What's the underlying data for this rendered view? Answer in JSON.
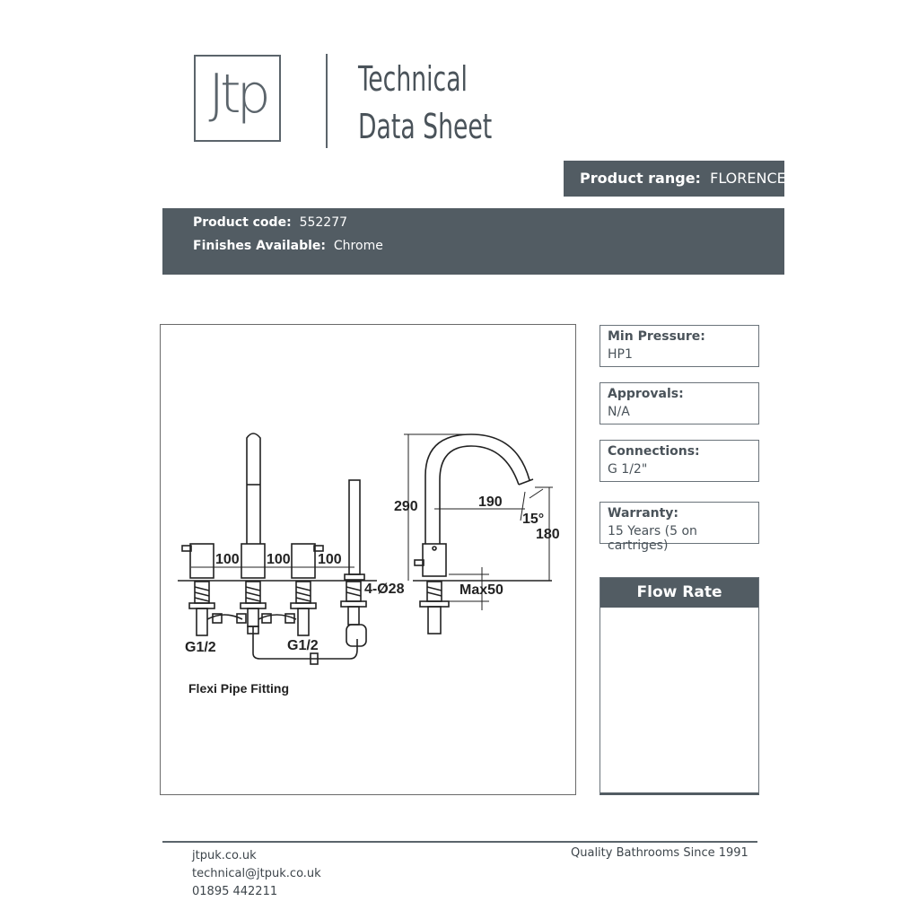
{
  "header": {
    "logo_text": "Jtp",
    "title_line1": "Technical",
    "title_line2": "Data Sheet"
  },
  "product_range": {
    "label": "Product range:",
    "value": "FLORENCE"
  },
  "product_info": {
    "code_label": "Product code:",
    "code_value": "552277",
    "finish_label": "Finishes Available:",
    "finish_value": "Chrome"
  },
  "diagram": {
    "dims": {
      "d1": "100",
      "d2": "100",
      "d3": "100",
      "hole": "4-Ø28",
      "thread1": "G1/2",
      "thread2": "G1/2",
      "height": "290",
      "reach": "190",
      "angle": "15°",
      "spout_height": "180",
      "max": "Max50"
    },
    "caption": "Flexi Pipe Fitting"
  },
  "specs": [
    {
      "label": "Min Pressure:",
      "value": "HP1"
    },
    {
      "label": "Approvals:",
      "value": "N/A"
    },
    {
      "label": "Connections:",
      "value": "G 1/2\""
    },
    {
      "label": "Warranty:",
      "value": "15 Years (5 on cartriges)"
    }
  ],
  "flow_rate": {
    "title": "Flow Rate"
  },
  "footer": {
    "website": "jtpuk.co.uk",
    "email": "technical@jtpuk.co.uk",
    "phone": "01895  442211",
    "tagline": "Quality Bathrooms Since 1991"
  },
  "colors": {
    "bar": "#525c63",
    "text": "#4a535a"
  }
}
